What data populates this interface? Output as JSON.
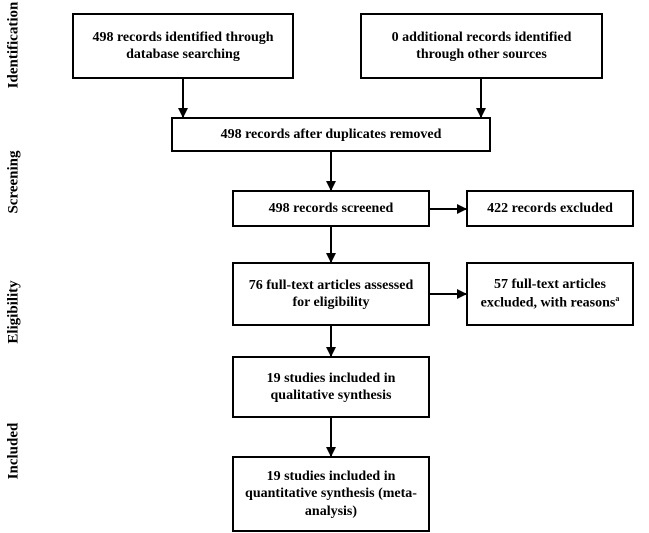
{
  "stages": {
    "identification": "Identification",
    "screening": "Screening",
    "eligibility": "Eligibility",
    "included": "Included"
  },
  "boxes": {
    "database_records": "498 records identified through\ndatabase searching",
    "other_records": "0 additional records identified\nthrough other sources",
    "after_duplicates": "498 records after duplicates removed",
    "screened": "498 records screened",
    "excluded": "422 records excluded",
    "fulltext_assessed": "76 full-text articles assessed\nfor eligibility",
    "fulltext_excluded": "57 full-text articles\nexcluded, with reasons",
    "fulltext_excluded_note": "a",
    "qualitative": "19 studies included in\nqualitative synthesis",
    "quantitative": "19 studies included in\nquantitative synthesis (meta-\nanalysis)"
  },
  "colors": {
    "line": "#000000",
    "background": "#ffffff"
  }
}
